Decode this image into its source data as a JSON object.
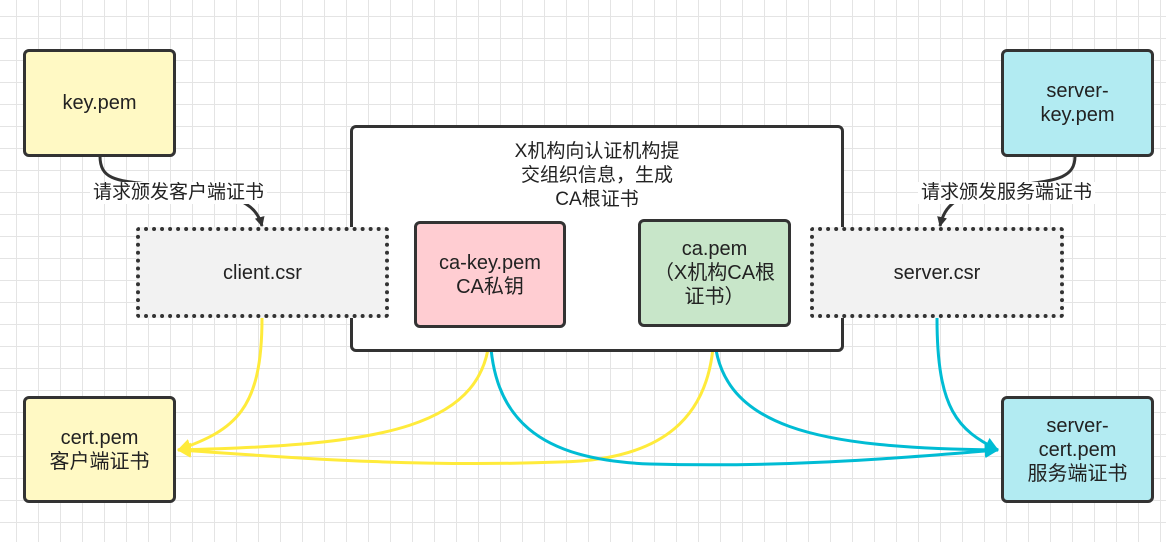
{
  "nodes": {
    "key_pem": {
      "lines": [
        "key.pem"
      ]
    },
    "server_key_pem": {
      "lines": [
        "server-",
        "key.pem"
      ]
    },
    "client_csr": {
      "lines": [
        "client.csr"
      ]
    },
    "server_csr": {
      "lines": [
        "server.csr"
      ]
    },
    "ca_key_pem": {
      "lines": [
        "ca-key.pem",
        "CA私钥"
      ]
    },
    "ca_pem": {
      "lines": [
        "ca.pem",
        "（X机构CA根",
        "证书）"
      ]
    },
    "cert_pem": {
      "lines": [
        "cert.pem",
        "客户端证书"
      ]
    },
    "server_cert_pem": {
      "lines": [
        "server-",
        "cert.pem",
        "服务端证书"
      ]
    }
  },
  "group": {
    "title_lines": [
      "X机构向认证机构提",
      "交组织信息，生成",
      "CA根证书"
    ]
  },
  "edge_labels": {
    "client_request": "请求颁发客户端证书",
    "server_request": "请求颁发服务端证书"
  },
  "colors": {
    "yellow_line": "#ffeb3b",
    "cyan_line": "#00bcd4",
    "dark_line": "#333333",
    "yellow_fill": "#fff9c4",
    "cyan_fill": "#b2ebf2",
    "pink_fill": "#ffcdd2",
    "green_fill": "#c8e6c9"
  }
}
